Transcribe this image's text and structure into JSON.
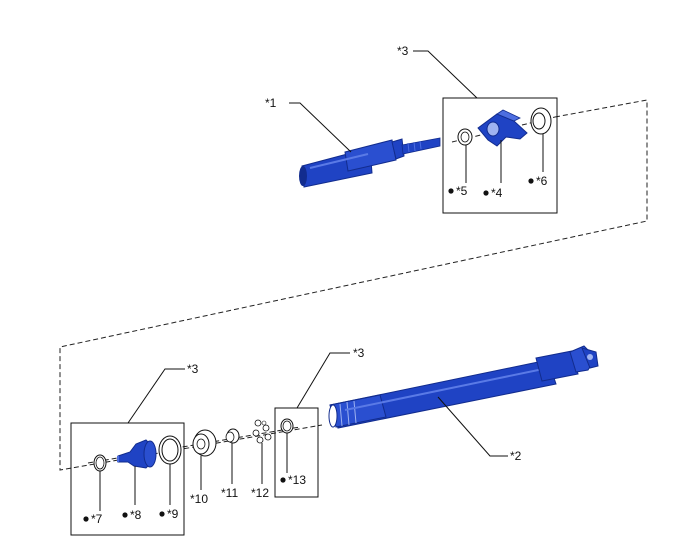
{
  "colors": {
    "part_blue": "#1f43c4",
    "part_blue_dark": "#122c8e",
    "part_blue_light": "#4d6ee0",
    "line": "#111111"
  },
  "callouts": {
    "c1": "*1",
    "c2": "*2",
    "c3a": "*3",
    "c3b": "*3",
    "c3c": "*3",
    "c4": "*4",
    "c5": "*5",
    "c6": "*6",
    "c7": "*7",
    "c8": "*8",
    "c9": "*9",
    "c10": "*10",
    "c11": "*11",
    "c12": "*12",
    "c13": "*13"
  },
  "parts": {
    "p1": "propeller-shaft-front",
    "p2": "propeller-shaft-rear",
    "p4": "center-support-bearing",
    "p5": "bearing-spacer",
    "p6": "dust-deflector",
    "p7": "boot-clamp",
    "p8": "boot",
    "p9": "boot-band",
    "p10": "outer-race",
    "p11": "inner-race",
    "p12": "balls",
    "p13": "snap-ring"
  }
}
